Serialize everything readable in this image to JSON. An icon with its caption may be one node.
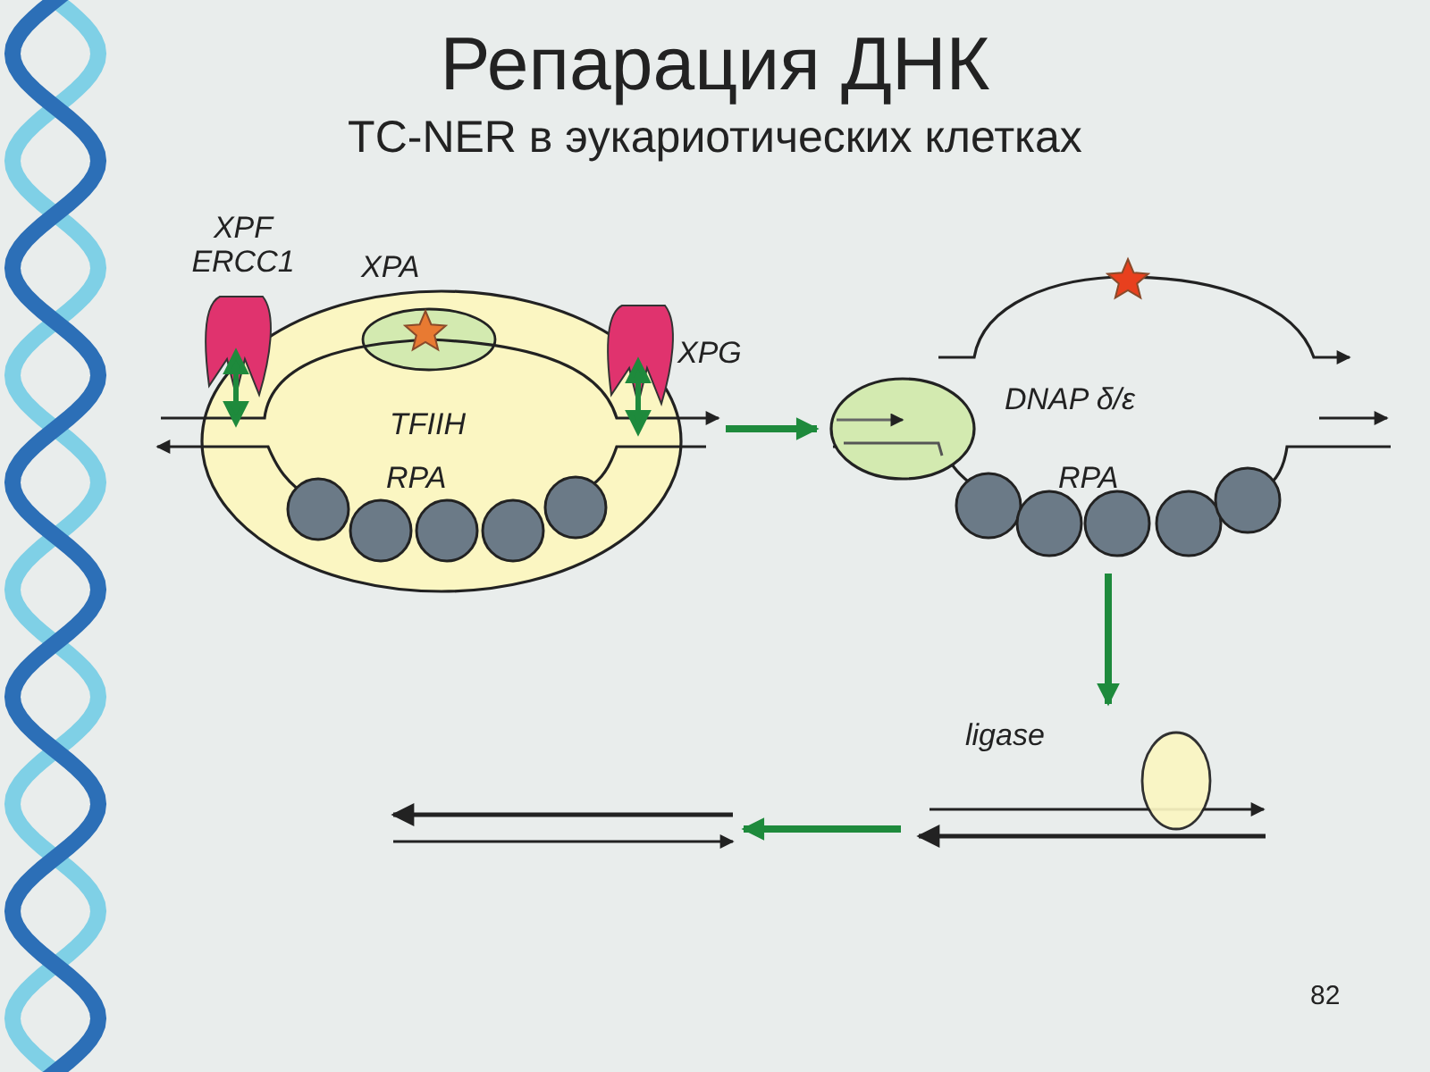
{
  "diagram": {
    "title": "Репарация ДНК",
    "nodes": [
      {
        "text": [],
        "shape": "picture"
      },
      {
        "text": [],
        "shape": "picture"
      },
      {
        "text": [],
        "shape": "picture"
      },
      {
        "text": [],
        "shape": "picture"
      }
    ],
    "edges": [
      {
        "from": 0,
        "to": 1,
        "arrow": "to"
      },
      {
        "from": 1,
        "to": 2,
        "arrow": "to"
      },
      {
        "from": 2,
        "to": 3,
        "arrow": "to"
      }
    ],
    "labels": [
      "TC-NER в эукариотических клетках",
      "XPF ERCC1",
      "XPA",
      "XPG",
      "TFIIH",
      "RPA",
      "DNAP δ/ε",
      "RPA",
      "ligase",
      "82"
    ]
  }
}
